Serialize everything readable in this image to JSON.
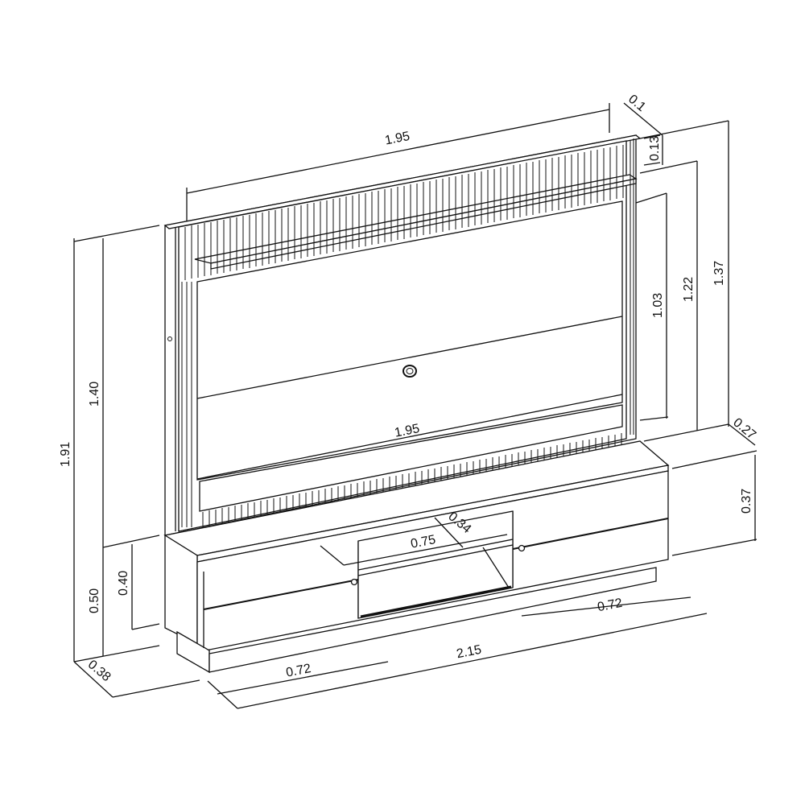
{
  "figure": {
    "subject": "TV panel with sideboard, technical dimension drawing",
    "units": "m",
    "colors": {
      "line": "#111111",
      "background": "#ffffff"
    }
  },
  "dimensions": {
    "panel_top_width": "1.95",
    "panel_bottom_width": "1.95",
    "panel_depth_top": "0.1",
    "shelf_offset": "0.13",
    "panel_inner_height": "1.03",
    "panel_mid_height": "1.22",
    "panel_total_height": "1.37",
    "sideboard_depth": "0.27",
    "sideboard_height_right": "0.37",
    "panel_upper_height": "1.40",
    "total_height": "1.91",
    "base_height": "0.50",
    "sideboard_body_height": "0.40",
    "base_depth": "0.38",
    "door_width_left": "0.72",
    "door_width_right": "0.72",
    "sideboard_total_width": "2.15",
    "niche_width": "0.75",
    "niche_depth": "0.34"
  }
}
